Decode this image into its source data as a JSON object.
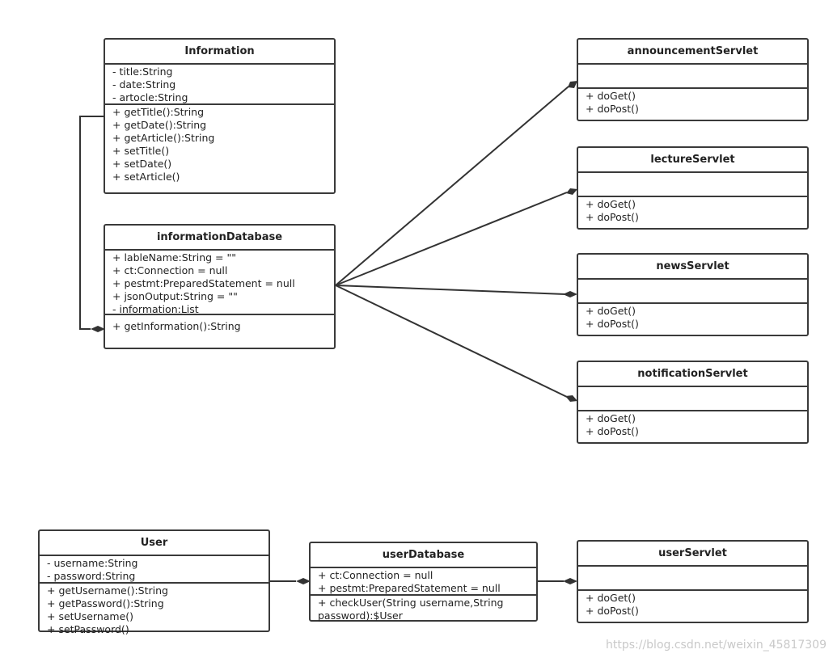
{
  "classes": {
    "information": {
      "name": "Information",
      "attributes": [
        "- title:String",
        "- date:String",
        "- artocle:String"
      ],
      "operations": [
        "+ getTitle():String",
        "+ getDate():String",
        "+ getArticle():String",
        "+ setTitle()",
        "+ setDate()",
        "+ setArticle()"
      ]
    },
    "information_database": {
      "name": "informationDatabase",
      "attributes": [
        "+ lableName:String = \"\"",
        "+ ct:Connection = null",
        "+ pestmt:PreparedStatement = null",
        "+ jsonOutput:String = \"\"",
        "- information:List"
      ],
      "operations": [
        "+ getInformation():String"
      ]
    },
    "announcement_servlet": {
      "name": "announcementServlet",
      "attributes": [],
      "operations": [
        "+ doGet()",
        "+ doPost()"
      ]
    },
    "lecture_servlet": {
      "name": "lectureServlet",
      "attributes": [],
      "operations": [
        "+ doGet()",
        "+ doPost()"
      ]
    },
    "news_servlet": {
      "name": "newsServlet",
      "attributes": [],
      "operations": [
        "+ doGet()",
        "+ doPost()"
      ]
    },
    "notification_servlet": {
      "name": "notificationServlet",
      "attributes": [],
      "operations": [
        "+ doGet()",
        "+ doPost()"
      ]
    },
    "user": {
      "name": "User",
      "attributes": [
        "- username:String",
        "- password:String"
      ],
      "operations": [
        "+ getUsername():String",
        "+ getPassword():String",
        "+ setUsername()",
        "+ setPassword()"
      ]
    },
    "user_database": {
      "name": "userDatabase",
      "attributes": [
        "+ ct:Connection = null",
        "+ pestmt:PreparedStatement = null"
      ],
      "operations": [
        "+ checkUser(String username,String password):$User"
      ]
    },
    "user_servlet": {
      "name": "userServlet",
      "attributes": [],
      "operations": [
        "+ doGet()",
        "+ doPost()"
      ]
    }
  },
  "watermark": "https://blog.csdn.net/weixin_45817309",
  "colors": {
    "line": "#3a3a3a",
    "watermark": "#c9c9c9"
  }
}
